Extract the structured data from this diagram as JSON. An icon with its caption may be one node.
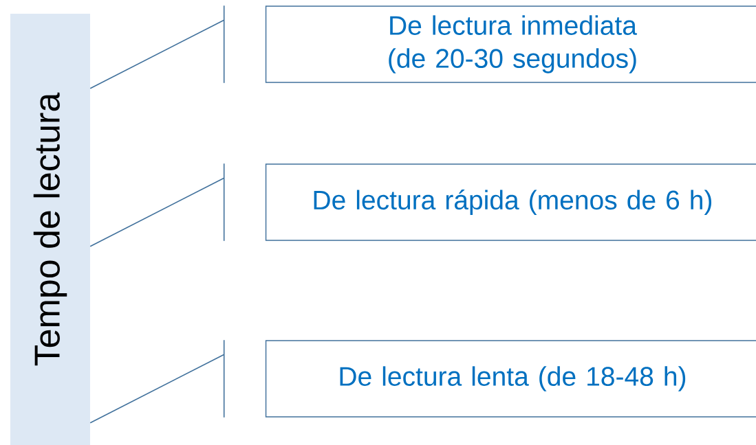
{
  "diagram": {
    "nodes": [
      {
        "text": [
          "Tempo de lectura"
        ]
      },
      {
        "text": [
          "De lectura inmediata (de 20-30 segundos)"
        ]
      },
      {
        "text": [
          "De lectura rápida (menos de 6 h)"
        ]
      },
      {
        "text": [
          "De lectura lenta (de 18-48 h)"
        ]
      }
    ],
    "edges": [
      {
        "from": 0,
        "to": 1,
        "arrow": "none"
      },
      {
        "from": 0,
        "to": 2,
        "arrow": "none"
      },
      {
        "from": 0,
        "to": 3,
        "arrow": "none"
      }
    ]
  }
}
